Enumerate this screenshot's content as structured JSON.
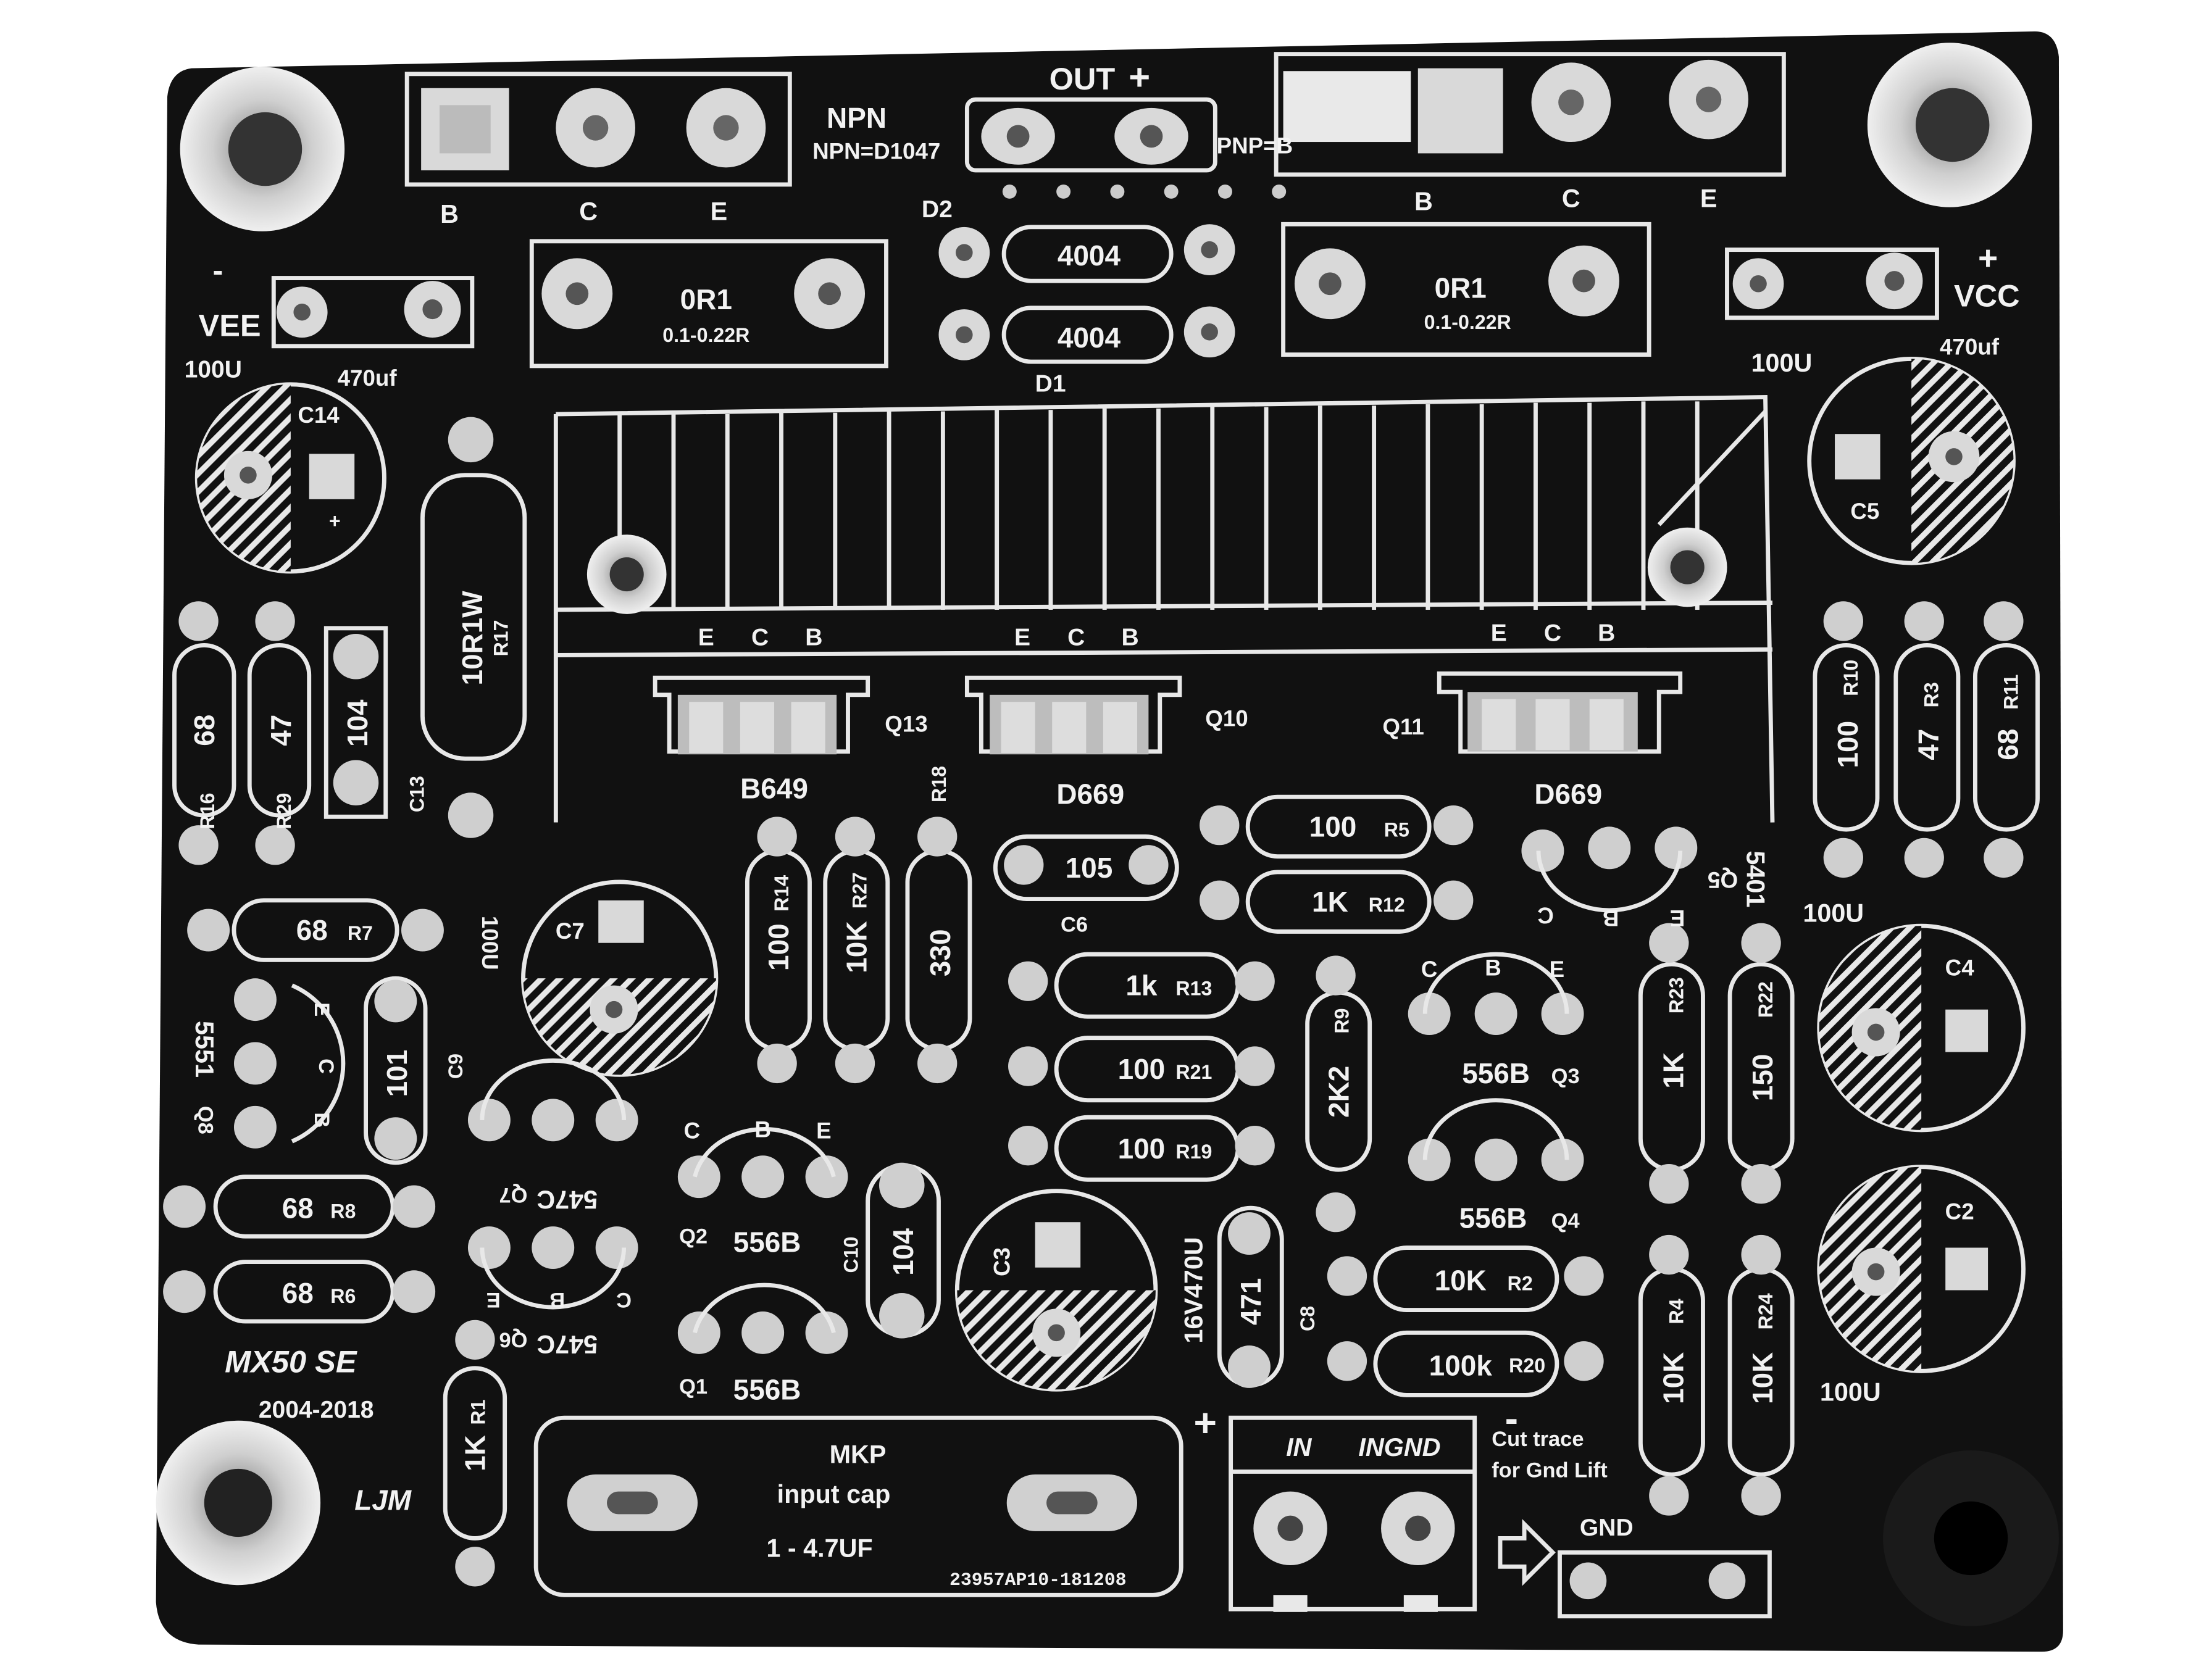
{
  "board": {
    "board_name": "MX50 SE",
    "years": "2004-2018",
    "maker": "LJM",
    "serial": "23957AP10-181208",
    "colors": {
      "board": "#111111",
      "silk": "#f2f2f2",
      "pad": "#cfcfcf",
      "background": "#ffffff"
    }
  },
  "top_transistors": {
    "npn_title": "NPN",
    "npn_part": "NPN=D1047",
    "pnp_part": "PNP=B",
    "npn_pins": [
      "B",
      "C",
      "E"
    ],
    "pnp_pins": [
      "B",
      "C",
      "E"
    ]
  },
  "output": {
    "label": "OUT",
    "plus": "+"
  },
  "diodes": {
    "d2": "D2",
    "d1": "D1",
    "value": "4004"
  },
  "emitter_resistors": {
    "value": "0R1",
    "range": "0.1-0.22R"
  },
  "power": {
    "vee": "VEE",
    "vee_sign": "-",
    "vcc": "VCC",
    "vcc_sign": "+"
  },
  "caps_left": {
    "c14": "C14",
    "value_100u": "100U",
    "value_470uf": "470uf",
    "plus": "+"
  },
  "caps_right": {
    "c5": "C5",
    "value_100u": "100U",
    "value_470uf": "470uf"
  },
  "heatsink_pins": [
    "E",
    "C",
    "B"
  ],
  "drivers": [
    {
      "ref": "Q13",
      "part": "B649"
    },
    {
      "ref": "Q10",
      "part": "D669"
    },
    {
      "ref": "Q11",
      "part": "D669"
    }
  ],
  "resistors": {
    "r16": "R16",
    "r16_val": "68",
    "r29": "R29",
    "r29_val": "47",
    "c13": "C13",
    "c13_val": "104",
    "r17": "R17",
    "r17_val": "10R1W",
    "r14": "R14",
    "r14_val": "100",
    "r27": "R27",
    "r27_val": "10K",
    "r18": "R18",
    "r18_val": "330",
    "c6": "C6",
    "c6_val": "105",
    "r5": "R5",
    "r5_val": "100",
    "r12": "R12",
    "r12_val": "1K",
    "r13": "R13",
    "r13_val": "1k",
    "r21": "R21",
    "r21_val": "100",
    "r19": "R19",
    "r19_val": "100",
    "r9": "R9",
    "r9_val": "2K2",
    "r2": "R2",
    "r2_val": "10K",
    "r20": "R20",
    "r20_val": "100k",
    "r23": "R23",
    "r23_val": "1K",
    "r22": "R22",
    "r22_val": "150",
    "r4": "R4",
    "r4_val": "10K",
    "r24": "R24",
    "r24_val": "10K",
    "r10": "R10",
    "r10_val": "100",
    "r3": "R3",
    "r3_val": "47",
    "r11": "R11",
    "r11_val": "68",
    "r7": "R7",
    "r7_val": "68",
    "r8": "R8",
    "r8_val": "68",
    "r6": "R6",
    "r6_val": "68",
    "r1": "R1",
    "r1_val": "1K",
    "c9": "C9",
    "c9_val": "101",
    "c10": "C10",
    "c10_val": "104",
    "c8": "C8",
    "c8_val": "471"
  },
  "small_transistors": {
    "q5": "Q5",
    "q5_part": "5401",
    "q8": "Q8",
    "q8_part": "5551",
    "q7": "Q7",
    "q7_part": "547C",
    "q6": "Q6",
    "q6_part": "547C",
    "q2": "Q2",
    "q2_part": "556B",
    "q1": "Q1",
    "q1_part": "556B",
    "q3": "Q3",
    "q3_part": "556B",
    "q4": "Q4",
    "q4_part": "556B",
    "pin_c": "C",
    "pin_b": "B",
    "pin_e": "E"
  },
  "electrolytics": {
    "c7": "C7",
    "c7_val": "100U",
    "c3": "C3",
    "c3_val": "16V470U",
    "c4": "C4",
    "c2": "C2",
    "c2_val": "100U",
    "c4_val": "100U"
  },
  "input": {
    "mkp": "MKP",
    "input_cap": "input cap",
    "range": "1 - 4.7UF",
    "in": "IN",
    "ingnd": "INGND",
    "plus": "+",
    "minus": "-",
    "cut_trace_1": "Cut trace",
    "cut_trace_2": "for Gnd Lift",
    "gnd": "GND"
  }
}
